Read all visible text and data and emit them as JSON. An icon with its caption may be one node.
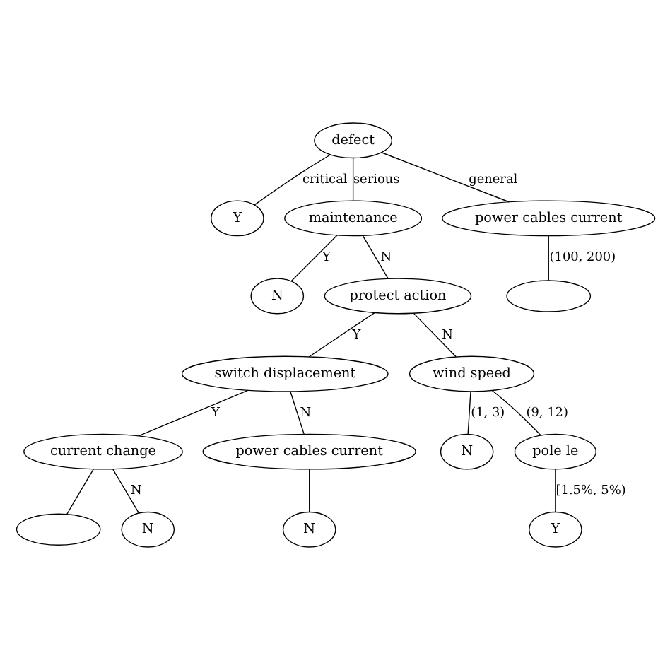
{
  "diagram": {
    "nodes": [
      {
        "text": [
          "defect"
        ]
      },
      {
        "text": [
          "Y"
        ]
      },
      {
        "text": [
          "maintenance"
        ]
      },
      {
        "text": [
          "power cables current"
        ]
      },
      {
        "text": [
          "N"
        ]
      },
      {
        "text": [
          "protect action"
        ]
      },
      {
        "text": [],
        "shape": "ellipse"
      },
      {
        "text": [
          "switch displacement"
        ]
      },
      {
        "text": [
          "wind speed"
        ]
      },
      {
        "text": [
          "current change"
        ]
      },
      {
        "text": [
          "power cables current"
        ]
      },
      {
        "text": [
          "N"
        ]
      },
      {
        "text": [
          "pole le"
        ]
      },
      {
        "text": [],
        "shape": "ellipse"
      },
      {
        "text": [
          "N"
        ]
      },
      {
        "text": [
          "N"
        ]
      },
      {
        "text": [
          "Y"
        ]
      }
    ],
    "edges": [
      {
        "from": 0,
        "to": 1,
        "arrow": "none",
        "label": "critical"
      },
      {
        "from": 0,
        "to": 2,
        "arrow": "none",
        "label": "serious"
      },
      {
        "from": 0,
        "to": 3,
        "arrow": "none",
        "label": "general"
      },
      {
        "from": 2,
        "to": 4,
        "arrow": "none",
        "label": "Y"
      },
      {
        "from": 2,
        "to": 5,
        "arrow": "none",
        "label": "N"
      },
      {
        "from": 3,
        "to": 6,
        "arrow": "none",
        "label": "(100, 200)"
      },
      {
        "from": 5,
        "to": 7,
        "arrow": "none",
        "label": "Y"
      },
      {
        "from": 5,
        "to": 8,
        "arrow": "none",
        "label": "N"
      },
      {
        "from": 7,
        "to": 9,
        "arrow": "none",
        "label": "Y"
      },
      {
        "from": 7,
        "to": 10,
        "arrow": "none",
        "label": "N"
      },
      {
        "from": 8,
        "to": 11,
        "arrow": "none",
        "label": "(1, 3)"
      },
      {
        "from": 8,
        "to": 12,
        "arrow": "none",
        "label": "(9, 12)"
      },
      {
        "from": 9,
        "to": 13,
        "arrow": "none"
      },
      {
        "from": 9,
        "to": 14,
        "arrow": "none",
        "label": "N"
      },
      {
        "from": 10,
        "to": 15,
        "arrow": "none"
      },
      {
        "from": 12,
        "to": 16,
        "arrow": "none",
        "label": "[1.5%, 5%)"
      }
    ]
  }
}
